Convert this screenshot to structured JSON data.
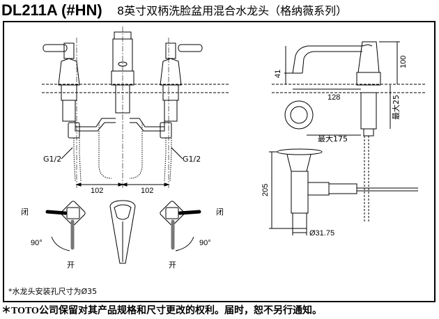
{
  "header": {
    "model": "DL211A (#HN)",
    "description": "8英寸双柄洗脸盆用混合水龙头（格纳薇系列）"
  },
  "front_view": {
    "pipe_left": "G1/2",
    "pipe_right": "G1/2",
    "spacing_left": "102",
    "spacing_right": "102"
  },
  "side_view": {
    "spout_height": "41",
    "spout_reach": "128",
    "total_height": "100",
    "max_thickness": "最大25",
    "max_plate": "最大175",
    "drain_length": "205",
    "drain_diameter": "Ø31.75"
  },
  "handle_views": {
    "left_close": "闭",
    "left_open": "开",
    "left_angle": "90°",
    "right_close": "闭",
    "right_open": "开",
    "right_angle": "90°"
  },
  "note": "*水龙头安装孔尺寸为Ø35",
  "footer": {
    "prefix": "＊",
    "brand": "TOTO",
    "text": "公司保留对其产品规格和尺寸更改的权利。届时，恕不另行通知。"
  }
}
